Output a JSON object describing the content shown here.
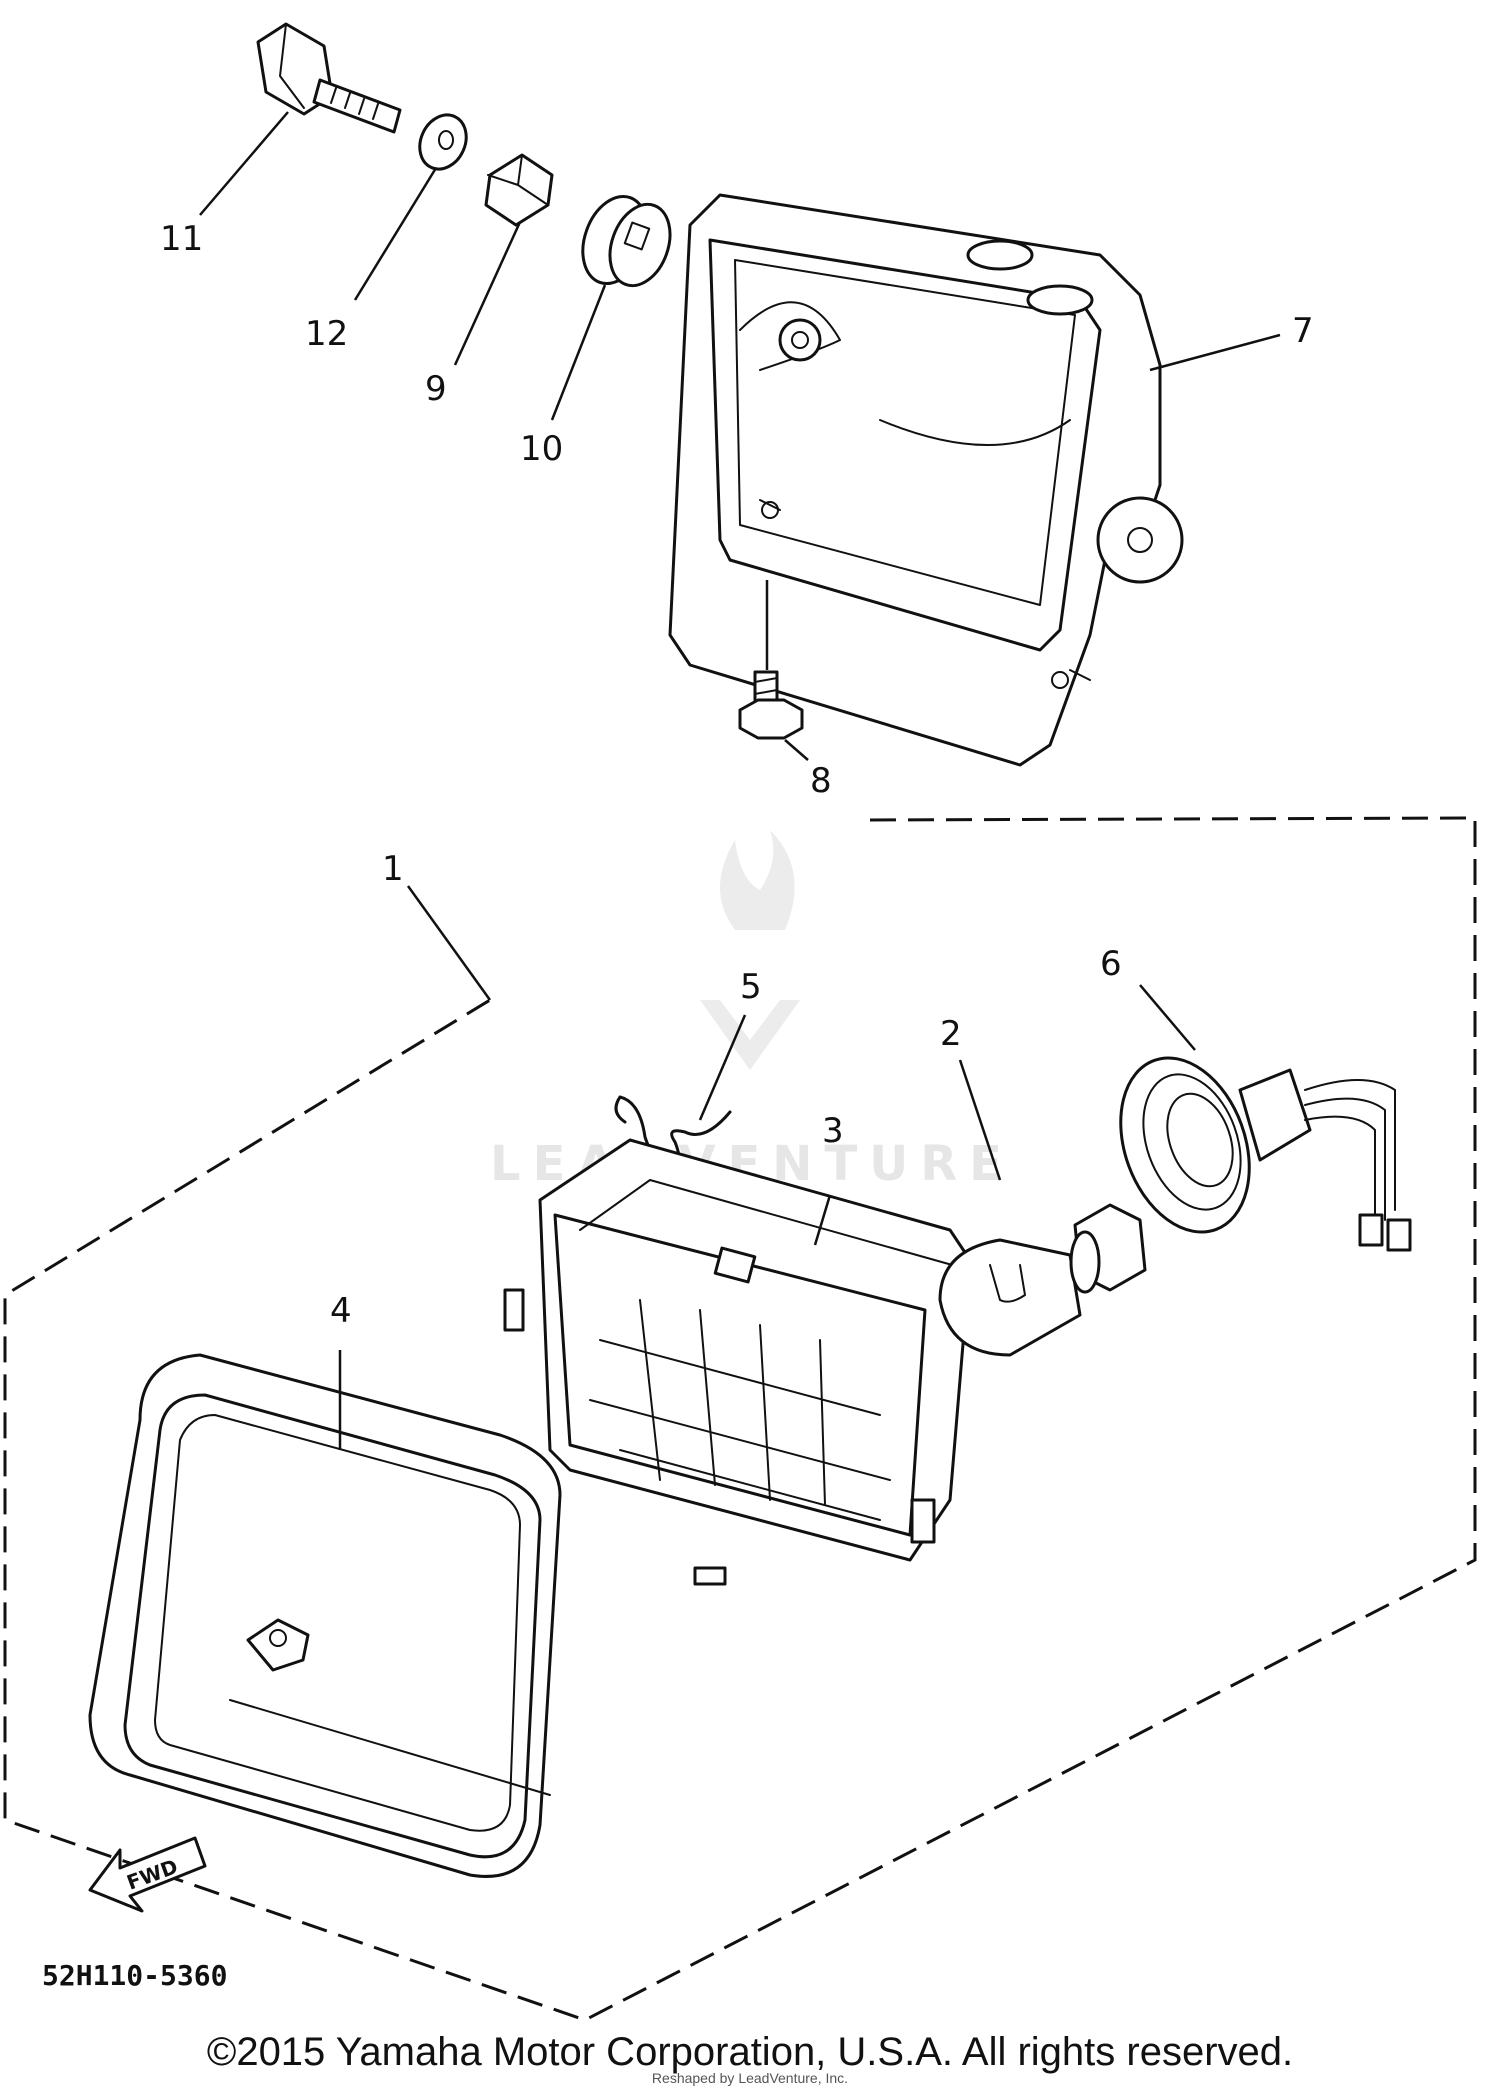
{
  "diagram": {
    "part_code": "52H110-5360",
    "fwd_label": "FWD",
    "watermark_text": "LEADVENTURE",
    "callouts": [
      {
        "id": "1",
        "label": "1"
      },
      {
        "id": "2",
        "label": "2"
      },
      {
        "id": "3",
        "label": "3"
      },
      {
        "id": "4",
        "label": "4"
      },
      {
        "id": "5",
        "label": "5"
      },
      {
        "id": "6",
        "label": "6"
      },
      {
        "id": "7",
        "label": "7"
      },
      {
        "id": "8",
        "label": "8"
      },
      {
        "id": "9",
        "label": "9"
      },
      {
        "id": "10",
        "label": "10"
      },
      {
        "id": "11",
        "label": "11"
      },
      {
        "id": "12",
        "label": "12"
      }
    ]
  },
  "footer": {
    "copyright": "©2015 Yamaha Motor Corporation, U.S.A. All rights reserved.",
    "credit": "Reshaped by LeadVenture, Inc."
  }
}
